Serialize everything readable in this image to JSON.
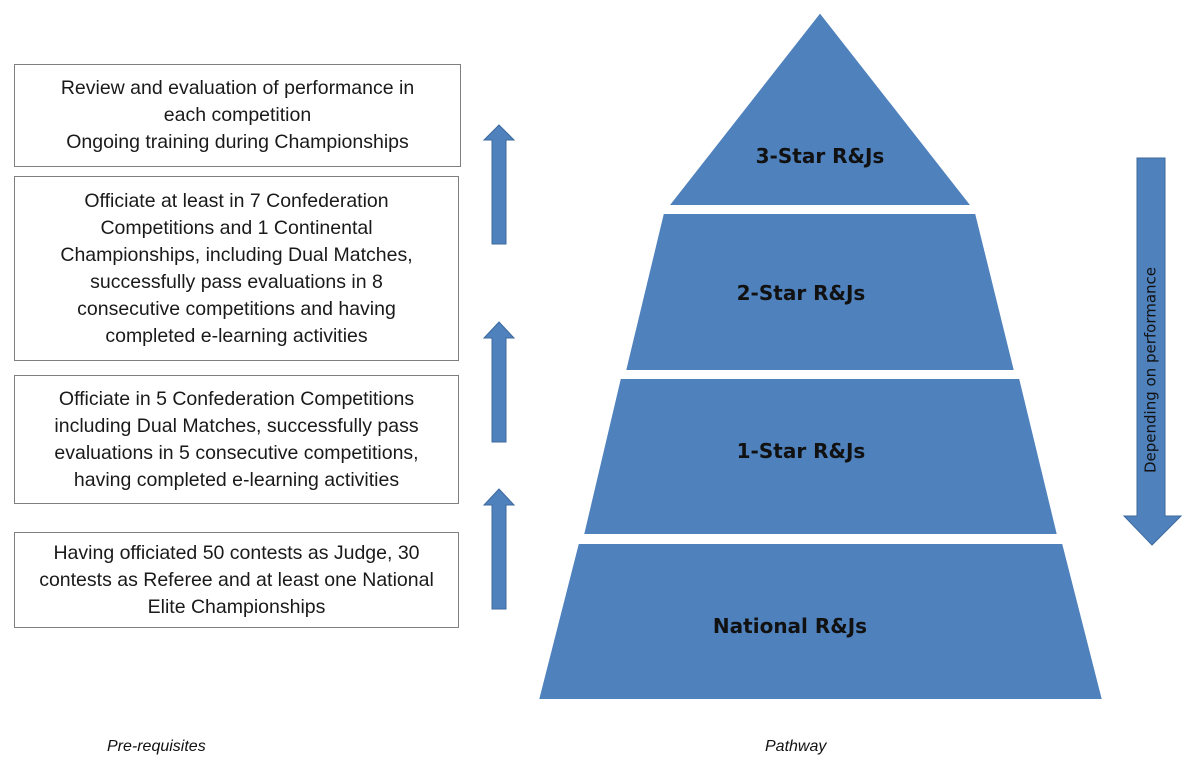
{
  "prerequisites": [
    {
      "text": "Review and evaluation of performance in\neach competition\nOngoing training during Championships"
    },
    {
      "text": "Officiate at least  in 7 Confederation\nCompetitions and 1 Continental\nChampionships, including Dual Matches,\nsuccessfully pass evaluations in 8\nconsecutive competitions and having\ncompleted e-learning activities"
    },
    {
      "text": "Officiate in 5 Confederation Competitions\nincluding Dual Matches, successfully pass\nevaluations in 5 consecutive competitions,\nhaving completed e-learning activities"
    },
    {
      "text": "Having officiated 50 contests as Judge, 30\ncontests as Referee and at least one National\nElite Championships"
    }
  ],
  "pyramid": {
    "tiers": [
      {
        "label": "3-Star R&Js"
      },
      {
        "label": "2-Star R&Js"
      },
      {
        "label": "1-Star R&Js"
      },
      {
        "label": "National R&Js"
      }
    ],
    "fill_color": "#4f81bd",
    "stroke_color": "#ffffff"
  },
  "side_arrow": {
    "label": "Depending on performance"
  },
  "captions": {
    "left": "Pre-requisites",
    "right": "Pathway"
  }
}
